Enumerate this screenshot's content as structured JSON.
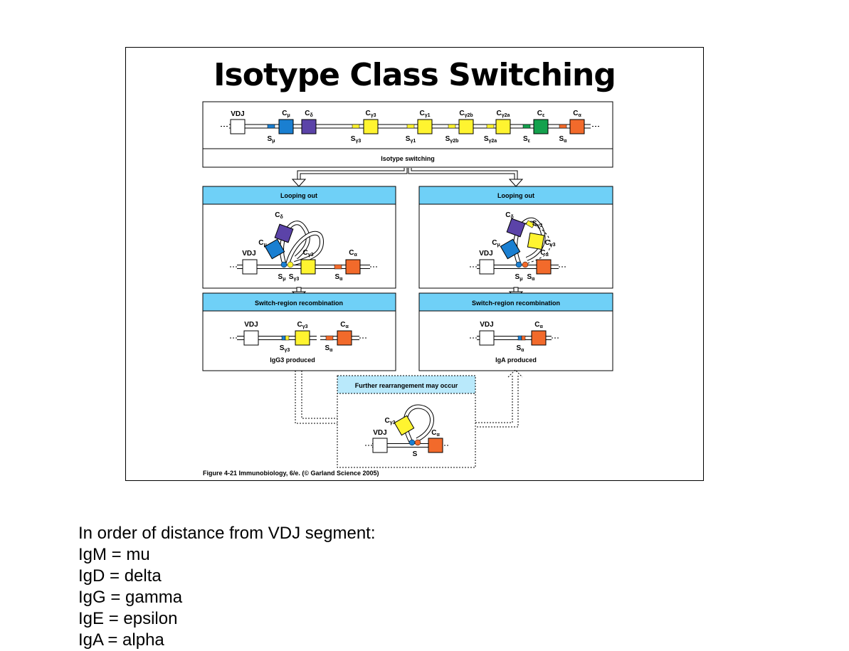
{
  "title": "Isotype Class Switching",
  "colors": {
    "mu": "#1a7fd1",
    "delta": "#5b43a8",
    "gamma": "#fff430",
    "epsilon": "#14a14d",
    "alpha": "#f26a2b",
    "header": "#6fd0f7"
  },
  "germline": {
    "vdj": "VDJ",
    "c_labels": [
      {
        "base": "C",
        "sub": "μ"
      },
      {
        "base": "C",
        "sub": "δ"
      },
      {
        "base": "C",
        "sub": "γ3"
      },
      {
        "base": "C",
        "sub": "γ1"
      },
      {
        "base": "C",
        "sub": "γ2b"
      },
      {
        "base": "C",
        "sub": "γ2a"
      },
      {
        "base": "C",
        "sub": "ε"
      },
      {
        "base": "C",
        "sub": "α"
      }
    ],
    "s_labels": [
      {
        "base": "S",
        "sub": "μ"
      },
      {
        "base": "S",
        "sub": "γ3"
      },
      {
        "base": "S",
        "sub": "γ1"
      },
      {
        "base": "S",
        "sub": "γ2b"
      },
      {
        "base": "S",
        "sub": "γ2a"
      },
      {
        "base": "S",
        "sub": "ε"
      },
      {
        "base": "S",
        "sub": "α"
      }
    ],
    "step_label": "Isotype switching"
  },
  "left_panel": {
    "loop_header": "Looping out",
    "recomb_header": "Switch-region recombination",
    "result": "IgG3 produced"
  },
  "right_panel": {
    "loop_header": "Looping out",
    "recomb_header": "Switch-region recombination",
    "result": "IgA produced"
  },
  "further": {
    "header": "Further rearrangement may occur",
    "s_label": "S"
  },
  "caption": "Figure 4-21  Immunobiology, 6/e. (© Garland Science 2005)",
  "notes": [
    "In order of distance from VDJ segment:",
    "IgM = mu",
    "IgD = delta",
    "IgG = gamma",
    "IgE = epsilon",
    "IgA = alpha"
  ]
}
